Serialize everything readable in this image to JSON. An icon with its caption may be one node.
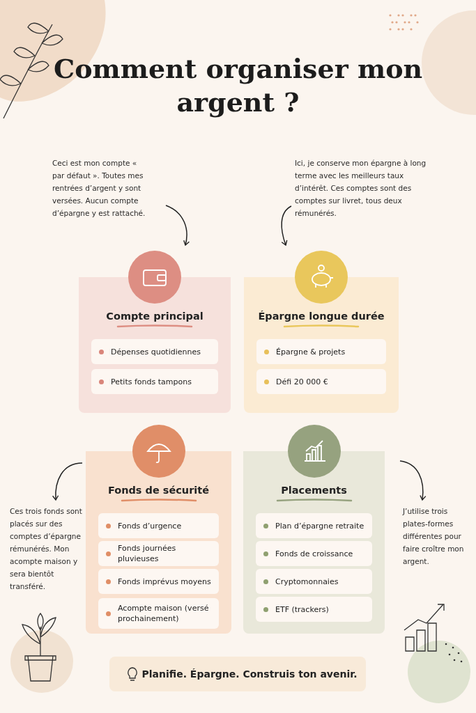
{
  "diagram": {
    "title": "Comment organiser mon argent ?",
    "nodes": [
      {
        "text": [
          "Ceci est mon compte « par défaut ». Toutes mes rentrées d’argent y sont versées. Aucun compte d’épargne y est rattaché."
        ]
      },
      {
        "text": [
          "Ici, je conserve mon épargne à long terme avec les meilleurs taux d’intérêt. Ces comptes sont des comptes sur livret, tous deux rémunérés."
        ]
      },
      {
        "text": [
          "Compte principal"
        ]
      },
      {
        "text": [
          "Dépenses quotidiennes"
        ],
        "in": 2
      },
      {
        "text": [
          "Petits fonds tampons"
        ],
        "in": 2
      },
      {
        "text": [
          "Épargne longue durée"
        ]
      },
      {
        "text": [
          "Épargne & projets"
        ],
        "in": 5
      },
      {
        "text": [
          "Défi 20 000 €"
        ],
        "in": 5
      },
      {
        "text": [
          "Ces trois fonds sont placés sur des comptes d’épargne rémunérés. Mon acompte maison y sera bientôt transféré."
        ]
      },
      {
        "text": [
          "Fonds de sécurité"
        ]
      },
      {
        "text": [
          "Fonds d’urgence"
        ],
        "in": 9
      },
      {
        "text": [
          "Fonds journées pluvieuses"
        ],
        "in": 9
      },
      {
        "text": [
          "Fonds imprévus moyens"
        ],
        "in": 9
      },
      {
        "text": [
          "Acompte maison (versé prochainement)"
        ],
        "in": 9
      },
      {
        "text": [
          "Placements"
        ]
      },
      {
        "text": [
          "Plan d’épargne retraite"
        ],
        "in": 14
      },
      {
        "text": [
          "Fonds de croissance"
        ],
        "in": 14
      },
      {
        "text": [
          "Cryptomonnaies"
        ],
        "in": 14
      },
      {
        "text": [
          "ETF (trackers)"
        ],
        "in": 14
      },
      {
        "text": [
          "J’utilise trois plates-formes différentes pour faire croître mon argent."
        ]
      },
      {
        "text": [
          "Planifie. Épargne. Construis ton avenir."
        ]
      }
    ],
    "edges": [
      {
        "from": 0,
        "to": 2,
        "arrow": "to"
      },
      {
        "from": 1,
        "to": 5,
        "arrow": "to"
      },
      {
        "from": 9,
        "to": 8,
        "arrow": "to"
      },
      {
        "from": 14,
        "to": 19,
        "arrow": "to"
      }
    ]
  }
}
